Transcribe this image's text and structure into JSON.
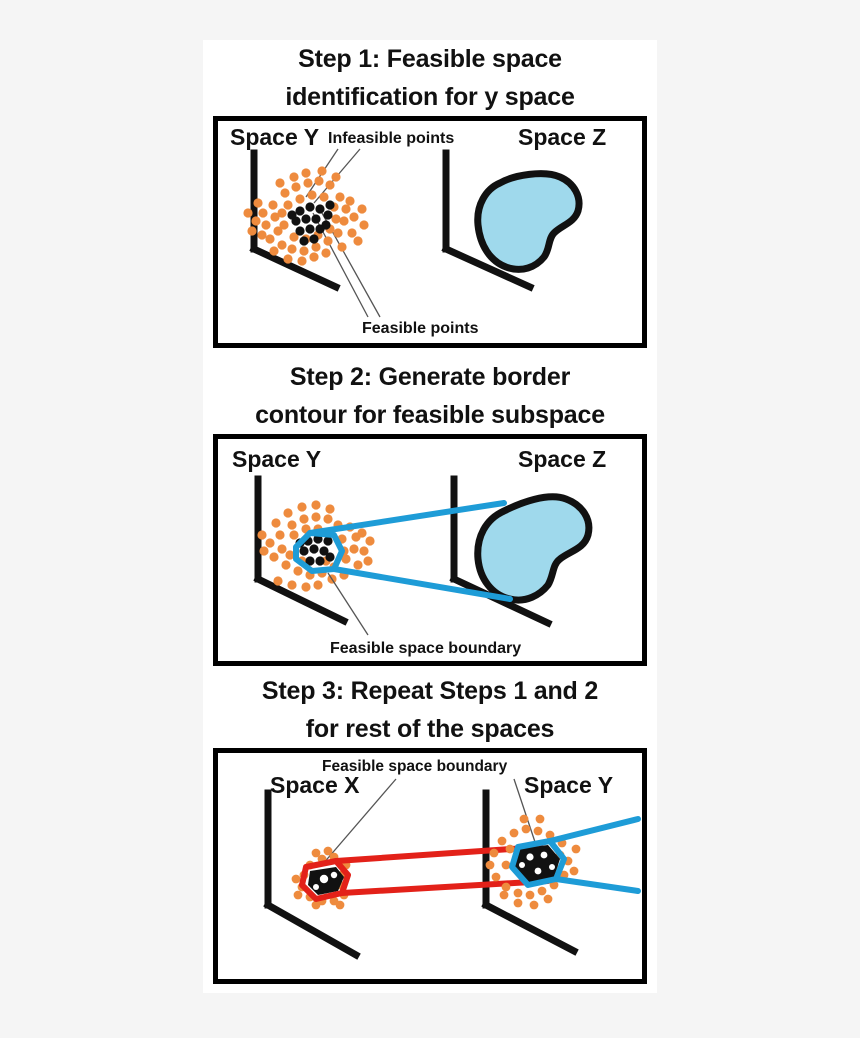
{
  "page": {
    "background_color": "#f5f5f5",
    "card_background": "#ffffff"
  },
  "palette": {
    "infeasible_points": "#ee8b3e",
    "feasible_points": "#111111",
    "blob_fill": "#9fd9ec",
    "blob_outline": "#111111",
    "boundary_blue": "#1e9cd7",
    "boundary_red": "#e32119",
    "axis": "#111111",
    "leader_line": "#555555"
  },
  "steps": [
    {
      "id": "step-1",
      "title_line1": "Step 1: Feasible space",
      "title_line2": "identification for y space",
      "panel": {
        "left_space_label": "Space Y",
        "right_space_label": "Space Z",
        "annotation_top": "Infeasible points",
        "annotation_bottom": "Feasible points"
      }
    },
    {
      "id": "step-2",
      "title_line1": "Step 2: Generate border",
      "title_line2": "contour for feasible subspace",
      "panel": {
        "left_space_label": "Space Y",
        "right_space_label": "Space Z",
        "annotation_bottom": "Feasible space boundary"
      }
    },
    {
      "id": "step-3",
      "title_line1": "Step 3: Repeat Steps 1 and 2",
      "title_line2": "for rest of the spaces",
      "panel": {
        "left_space_label": "Space X",
        "right_space_label": "Space Y",
        "annotation_top": "Feasible space boundary"
      }
    }
  ]
}
